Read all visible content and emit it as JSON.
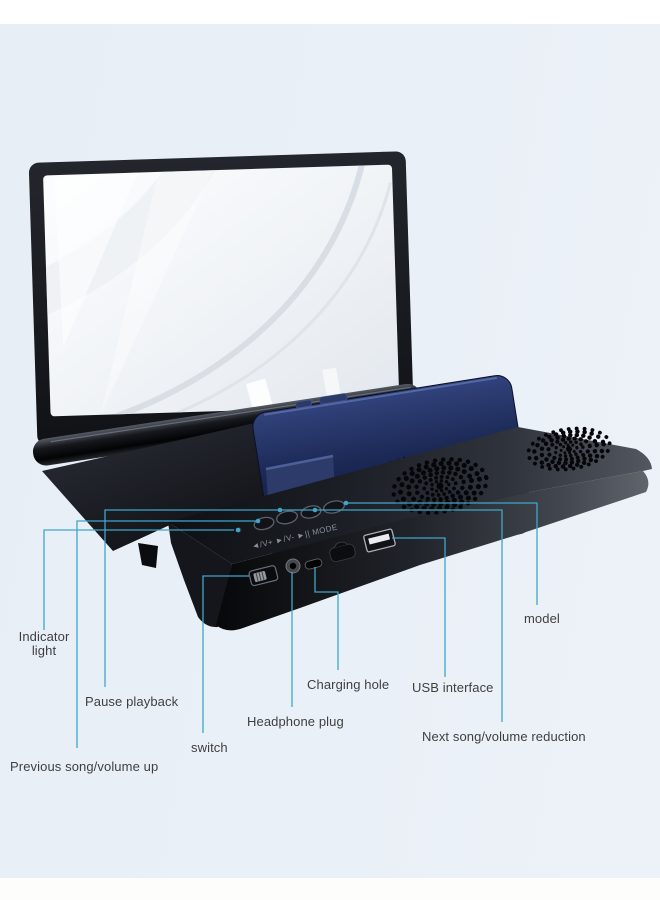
{
  "scene": {
    "background_color": "#eaf0f7",
    "top_strip_color": "#ffffff",
    "bottom_strip_color": "#fdfdfc",
    "callout_color": "#3fa6c8",
    "label_text_color": "#3f3f3f"
  },
  "device": {
    "control_markings": "◄/V+  ►/V-  ►||  MODE"
  },
  "labels": {
    "indicator_light": "Indicator light",
    "pause_playback": "Pause playback",
    "previous_song": "Previous song/volume up",
    "switch": "switch",
    "headphone_plug": "Headphone plug",
    "charging_hole": "Charging hole",
    "usb_interface": "USB interface",
    "next_song": "Next song/volume reduction",
    "model": "model"
  }
}
